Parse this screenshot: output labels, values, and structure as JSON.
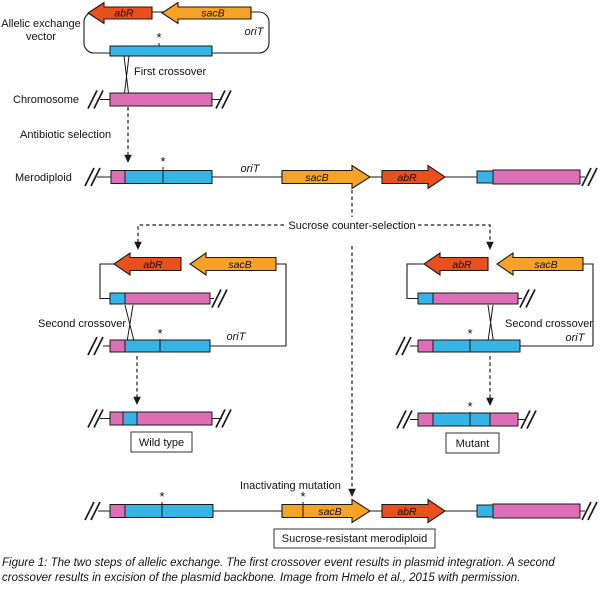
{
  "figure": {
    "labels": {
      "vector_line1": "Allelic exchange",
      "vector_line2": "vector",
      "chromosome": "Chromosome",
      "first_crossover": "First crossover",
      "antibiotic_selection": "Antibiotic selection",
      "merodiploid": "Merodiploid",
      "sucrose_counter_selection": "Sucrose counter-selection",
      "second_crossover": "Second crossover",
      "wild_type": "Wild type",
      "mutant": "Mutant",
      "inactivating_mutation": "Inactivating mutation",
      "sucrose_resistant_merodiploid": "Sucrose-resistant merodiploid"
    },
    "genes": {
      "abr": "abR",
      "sacb": "sacB",
      "orit": "oriT"
    },
    "marker": "*",
    "colors": {
      "red": "#e8501e",
      "orange": "#f5a226",
      "blue": "#35b4e5",
      "pink": "#dc6eb5",
      "ink": "#1a1a1a"
    }
  },
  "caption": "Figure 1: The two steps of allelic exchange. The first crossover event results in plasmid integration. A second crossover results in excision of the plasmid backbone. Image from Hmelo et al., 2015 with permission."
}
